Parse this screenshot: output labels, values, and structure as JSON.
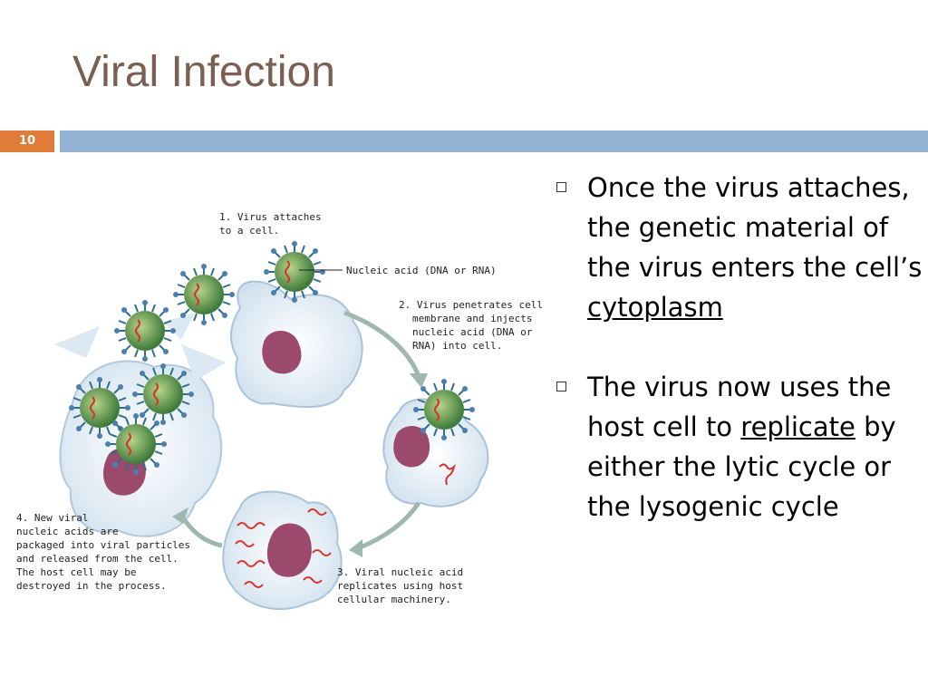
{
  "slide": {
    "title": "Viral Infection",
    "number": "10",
    "accent_colors": {
      "title": "#7a5f52",
      "number_badge": "#e07b39",
      "rule": "#93b5d3"
    }
  },
  "bullets": [
    {
      "before": "Once the virus attaches, the genetic material of the virus enters the cell’s ",
      "term": "cytoplasm",
      "after": ""
    },
    {
      "before": "The virus now uses the host cell to ",
      "term": "replicate",
      "after": " by either the lytic cycle or the lysogenic cycle"
    }
  ],
  "diagram": {
    "step1": [
      "1. Virus attaches",
      "   to a cell."
    ],
    "nucleic_label": "Nucleic acid (DNA or RNA)",
    "step2": [
      "2. Virus penetrates cell",
      "membrane and injects",
      "nucleic acid (DNA or",
      "RNA) into cell."
    ],
    "step3": [
      "3. Viral nucleic acid",
      "   replicates using host",
      "   cellular machinery."
    ],
    "step4": [
      "4. New viral",
      "   nucleic acids are",
      "   packaged into viral particles",
      "   and released from the cell.",
      "   The host cell may be",
      "   destroyed in the process."
    ]
  }
}
